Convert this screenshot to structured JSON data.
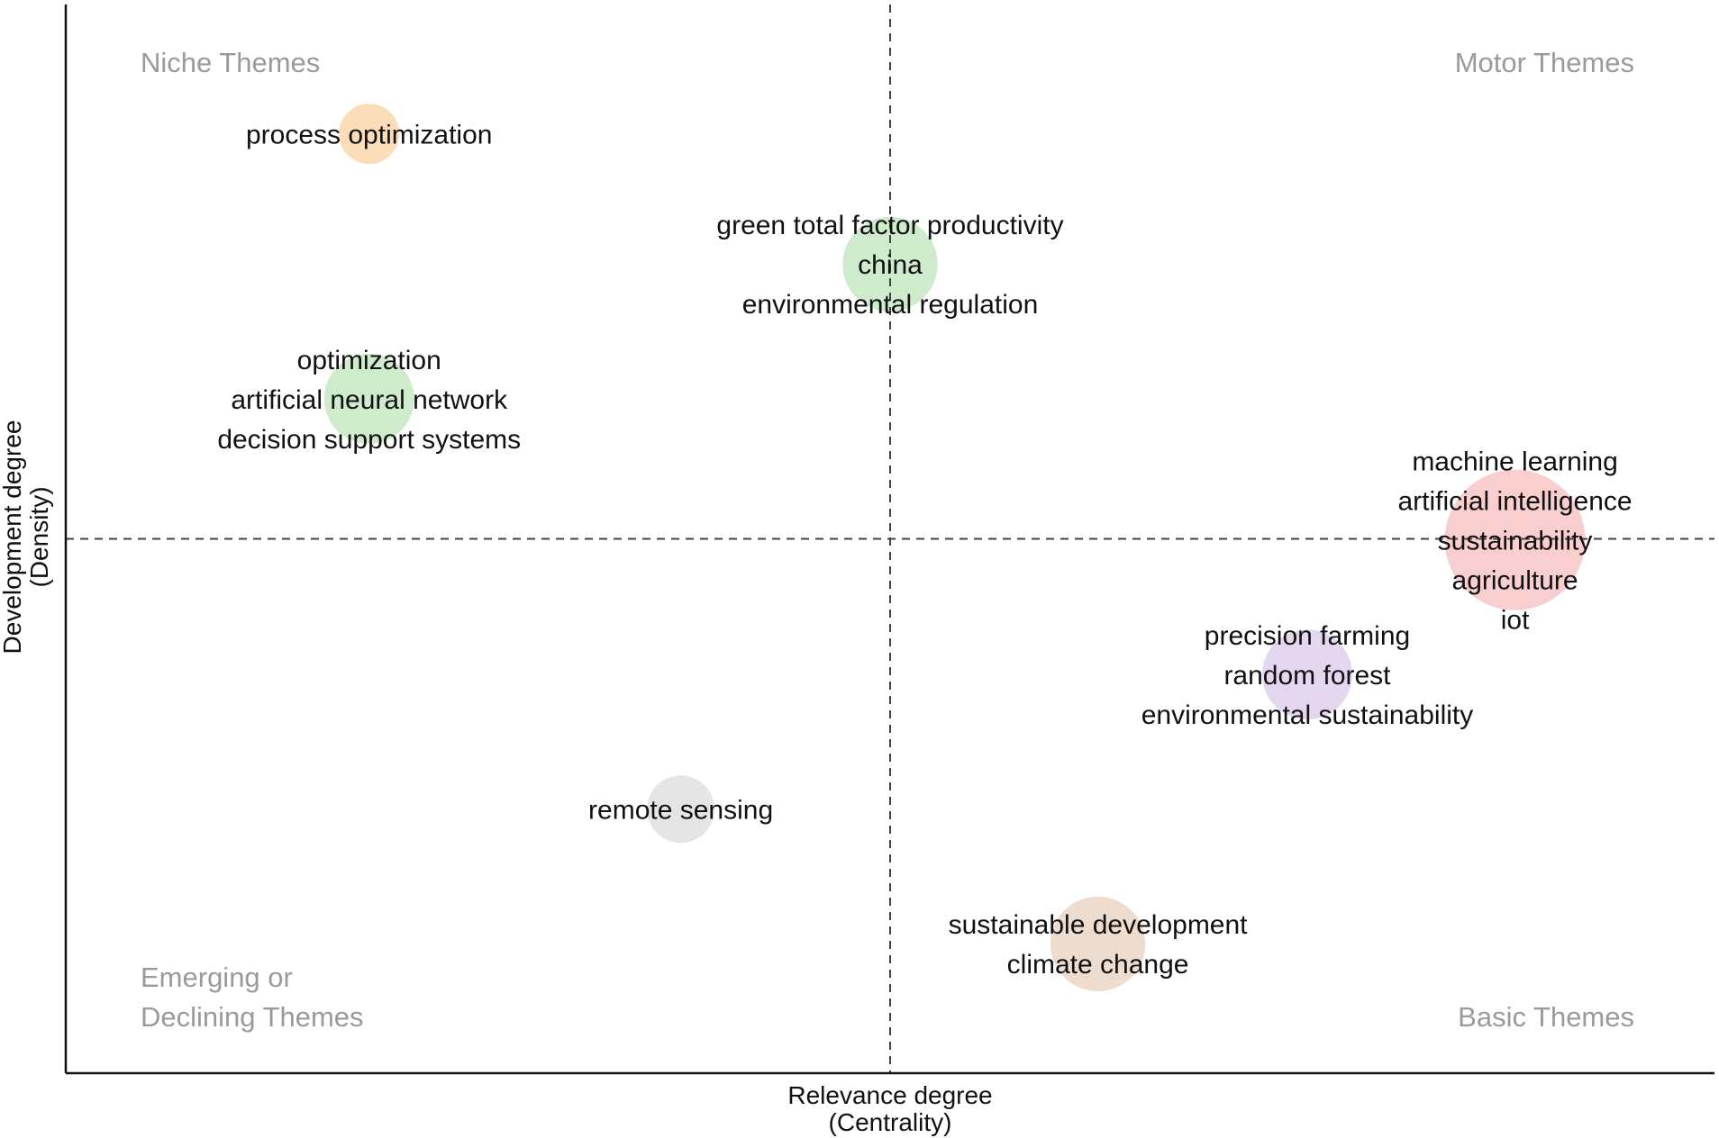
{
  "chart_data": {
    "type": "scatter",
    "subtype": "thematic-map-bubble",
    "xlabel": [
      "Relevance degree",
      "(Centrality)"
    ],
    "ylabel": [
      "Development degree",
      "(Density)"
    ],
    "xlim": [
      0,
      1
    ],
    "ylim": [
      0,
      1
    ],
    "x_threshold": 0.5,
    "y_threshold": 0.5,
    "grid": false,
    "quadrant_labels": {
      "top_left": [
        "Niche Themes"
      ],
      "top_right": [
        "Motor Themes"
      ],
      "bottom_left": [
        "Emerging or",
        "Declining Themes"
      ],
      "bottom_right": [
        "Basic Themes"
      ]
    },
    "clusters": [
      {
        "keywords": [
          "process optimization"
        ],
        "x": 0.184,
        "y": 0.879,
        "size": 0.08,
        "color": "#f8c27e"
      },
      {
        "keywords": [
          "green total factor productivity",
          "china",
          "environmental regulation"
        ],
        "x": 0.5,
        "y": 0.757,
        "size": 0.35,
        "color": "#a6dba0"
      },
      {
        "keywords": [
          "optimization",
          "artificial neural network",
          "decision support systems"
        ],
        "x": 0.184,
        "y": 0.631,
        "size": 0.3,
        "color": "#a6dba0"
      },
      {
        "keywords": [
          "machine learning",
          "artificial intelligence",
          "sustainability",
          "agriculture",
          "iot"
        ],
        "x": 0.879,
        "y": 0.499,
        "size": 1.0,
        "color": "#f4a6a6"
      },
      {
        "keywords": [
          "precision farming",
          "random forest",
          "environmental sustainability"
        ],
        "x": 0.753,
        "y": 0.373,
        "size": 0.3,
        "color": "#cdb5e0"
      },
      {
        "keywords": [
          "remote sensing"
        ],
        "x": 0.373,
        "y": 0.247,
        "size": 0.12,
        "color": "#cfcfcf"
      },
      {
        "keywords": [
          "sustainable development",
          "climate change"
        ],
        "x": 0.626,
        "y": 0.121,
        "size": 0.35,
        "color": "#e0bfa6"
      }
    ]
  }
}
